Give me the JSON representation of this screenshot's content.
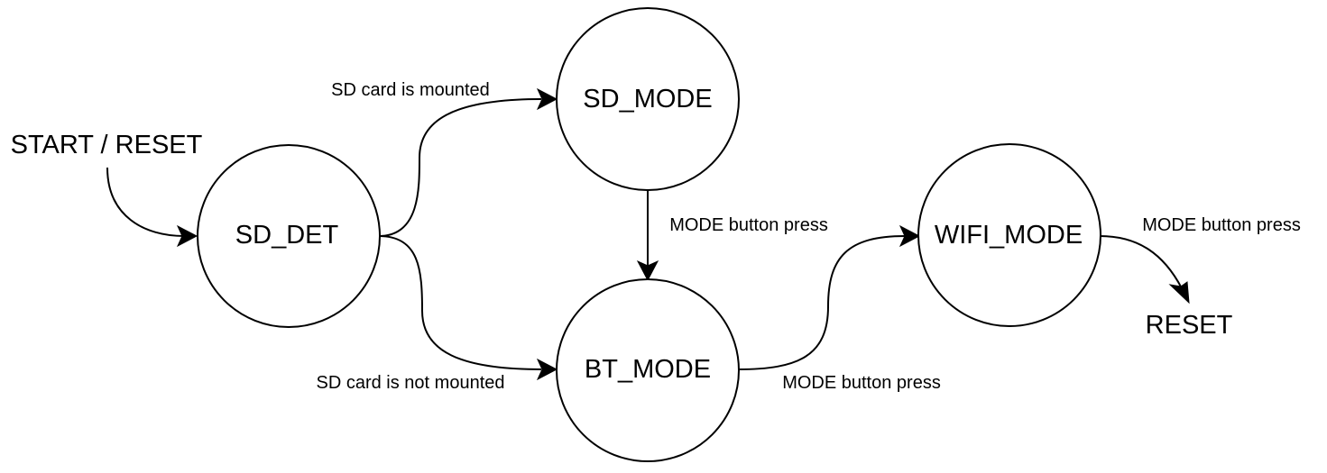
{
  "diagram": {
    "start_label": "START / RESET",
    "end_label": "RESET",
    "states": {
      "sd_det": "SD_DET",
      "sd_mode": "SD_MODE",
      "bt_mode": "BT_MODE",
      "wifi_mode": "WIFI_MODE"
    },
    "transitions": {
      "start_to_sd_det": "",
      "sd_det_to_sd_mode": "SD card is mounted",
      "sd_det_to_bt_mode": "SD card is not mounted",
      "sd_mode_to_bt_mode": "MODE button press",
      "bt_mode_to_wifi_mode": "MODE button press",
      "wifi_mode_to_reset": "MODE button press"
    },
    "colors": {
      "stroke": "#000000",
      "fill": "#ffffff",
      "text": "#000000"
    }
  }
}
